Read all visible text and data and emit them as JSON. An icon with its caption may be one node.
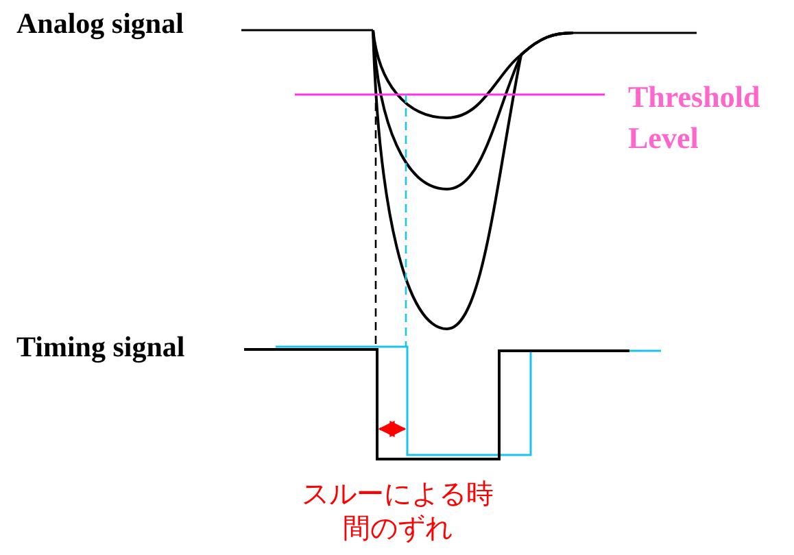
{
  "diagram": {
    "labels": [
      "Analog signal",
      "Threshold Level",
      "Timing signal",
      "スルーによる時間のずれ"
    ]
  }
}
